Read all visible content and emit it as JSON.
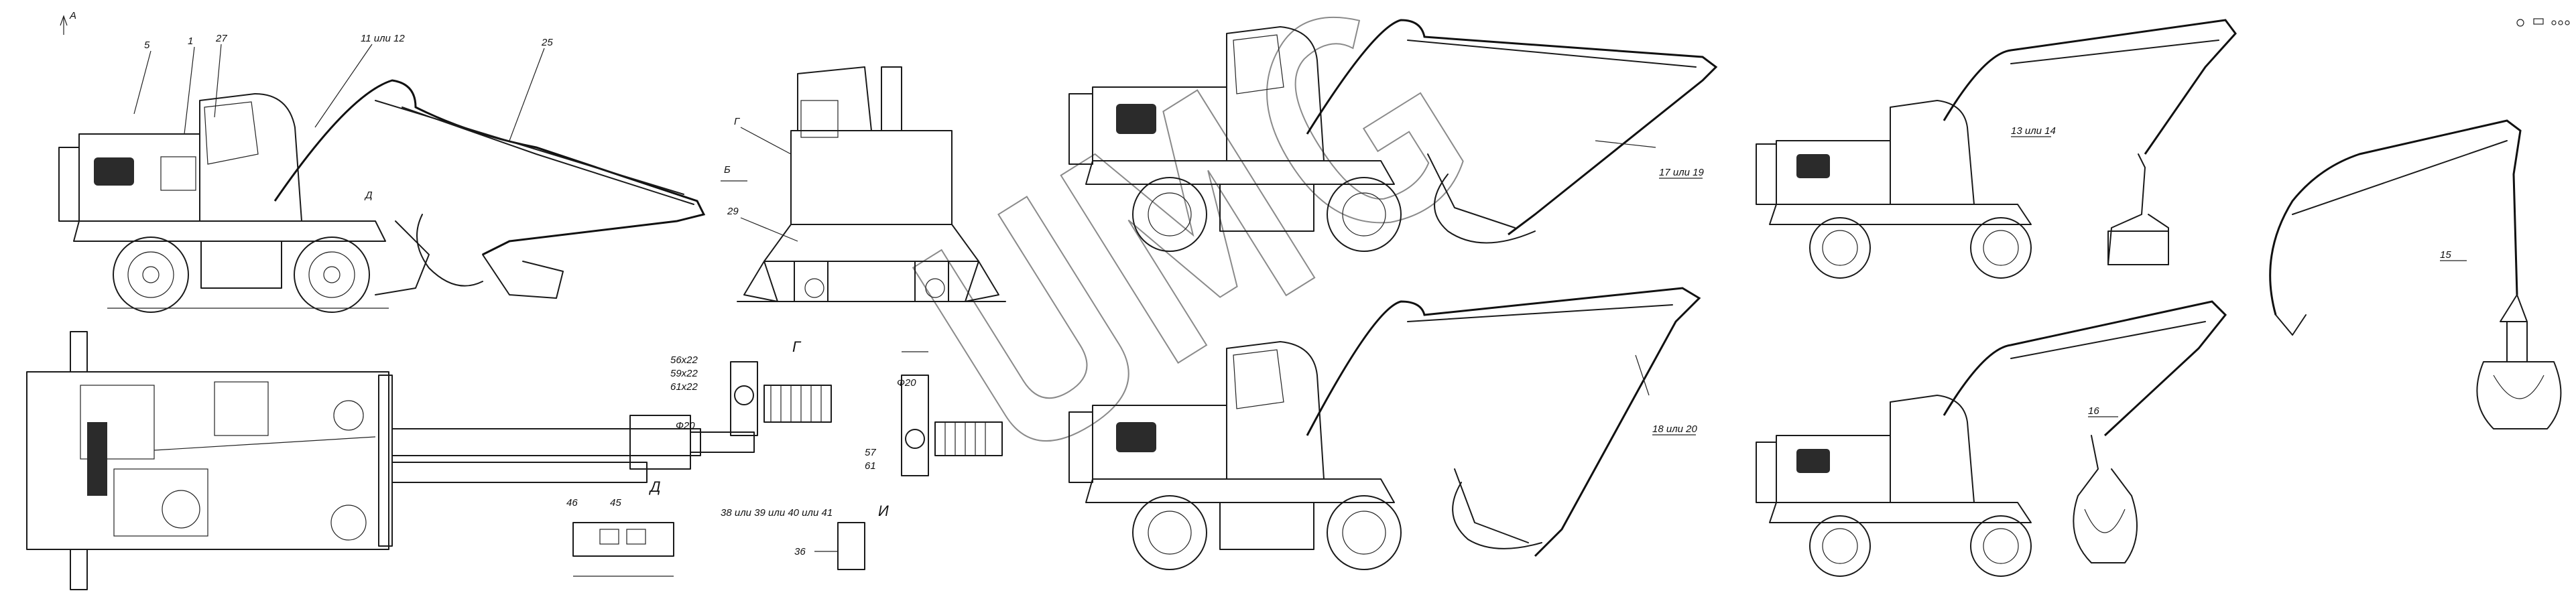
{
  "drawing": {
    "side_view": {
      "callouts": [
        "5",
        "1",
        "27",
        "11 или 12",
        "25"
      ],
      "view_arrow_a": "А",
      "view_arrow_d": "Д"
    },
    "front_view": {
      "callouts": [
        "Г",
        "Б",
        "29"
      ]
    },
    "detail_g": {
      "title": "Г",
      "labels": [
        "56х22",
        "59х22",
        "61х22"
      ],
      "dim": "Ф20"
    },
    "detail_i": {
      "callouts": [
        "57",
        "61"
      ],
      "dim": "Ф20"
    },
    "detail_d": {
      "title": "Д",
      "callouts": [
        "46",
        "45"
      ]
    },
    "detail_i2": {
      "title": "И",
      "label": "38 или 39 или 40 или 41",
      "callout": "36"
    },
    "center_top": {
      "callout": "17 или 19"
    },
    "center_bottom": {
      "callout": "18 или 20"
    },
    "right_top": {
      "callout": "13 или 14"
    },
    "right_bottom": {
      "callout": "16"
    },
    "far_right": {
      "callout": "15"
    },
    "watermark": "UMG"
  }
}
